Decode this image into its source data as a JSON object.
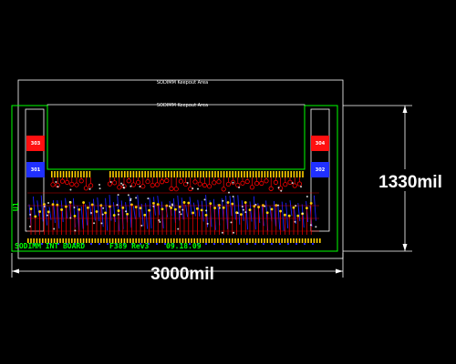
{
  "board": {
    "keepout_label_outer": "SODIMM Keepout Area",
    "keepout_label_inner": "SODIMM Keepout Area",
    "ref_designator": "U1",
    "silk_title": "SODIMM INT BOARD",
    "silk_rev": "F389 Rev3",
    "silk_date": "09.18.09"
  },
  "dimensions": {
    "width_label": "3000mil",
    "height_label": "1330mil"
  },
  "mount_pads": {
    "top_left": "303",
    "top_right": "304",
    "mid_left": "301",
    "mid_right": "302"
  },
  "colors": {
    "background": "#000000",
    "board_outline": "#00ff00",
    "keepout_outline": "#ffffff",
    "copper_top": "#ff0000",
    "copper_bottom": "#2020ff",
    "pad_yellow": "#ffd000",
    "silkscreen": "#00ff00",
    "dimension": "#ffffff"
  }
}
